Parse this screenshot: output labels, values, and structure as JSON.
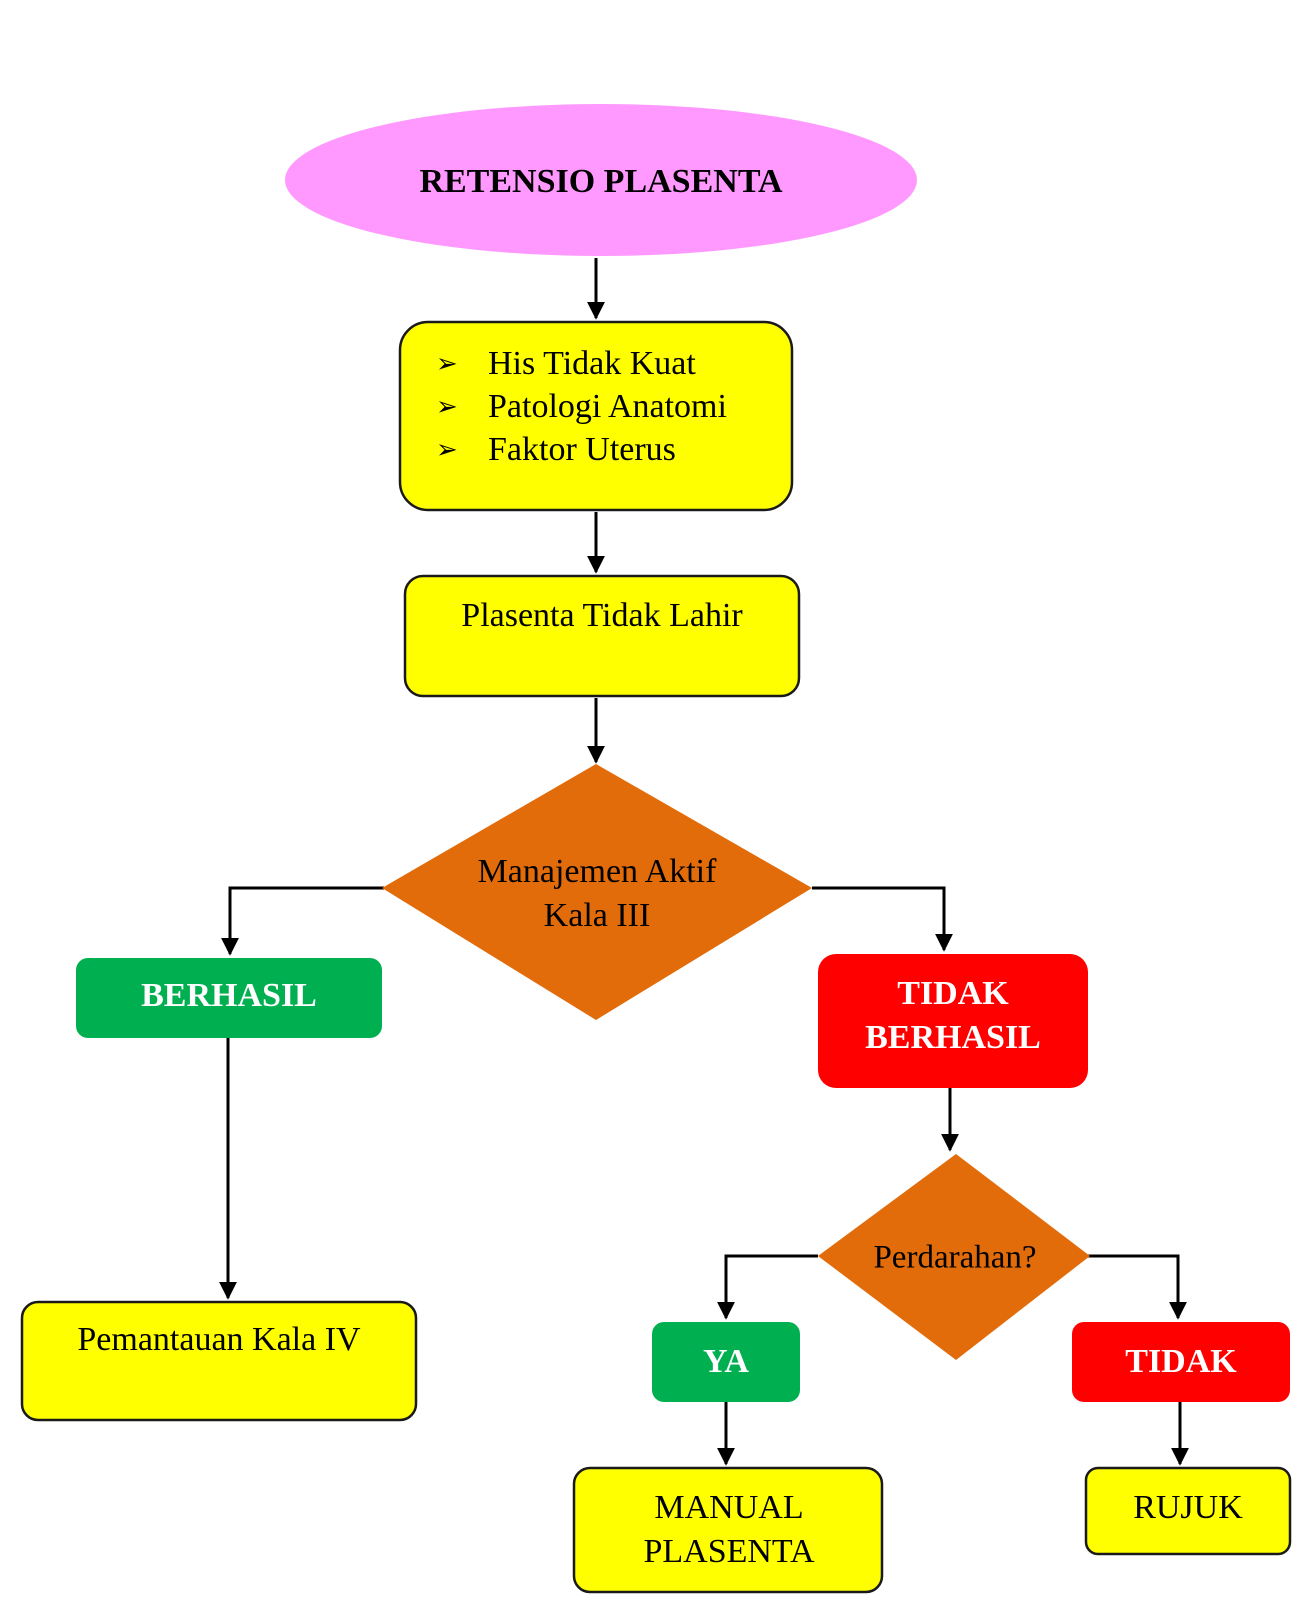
{
  "colors": {
    "ellipse": "#ff99ff",
    "yellow": "#ffff00",
    "orange": "#e36c0a",
    "green": "#00b050",
    "red": "#ff0000"
  },
  "nodes": {
    "start": {
      "label": "RETENSIO PLASENTA"
    },
    "causes": {
      "items": [
        "His Tidak Kuat",
        "Patologi Anatomi",
        "Faktor Uterus"
      ],
      "bullet": "➢"
    },
    "not_born": {
      "label": "Plasenta Tidak Lahir"
    },
    "decision_main": {
      "line1": "Manajemen Aktif",
      "line2": "Kala III"
    },
    "success": {
      "label": "BERHASIL"
    },
    "failure": {
      "line1": "TIDAK",
      "line2": "BERHASIL"
    },
    "monitor": {
      "label": "Pemantauan Kala IV"
    },
    "decision_bleeding": {
      "label": "Perdarahan?"
    },
    "yes": {
      "label": "YA"
    },
    "no": {
      "label": "TIDAK"
    },
    "manual": {
      "line1": "MANUAL",
      "line2": "PLASENTA"
    },
    "refer": {
      "label": "RUJUK"
    }
  }
}
